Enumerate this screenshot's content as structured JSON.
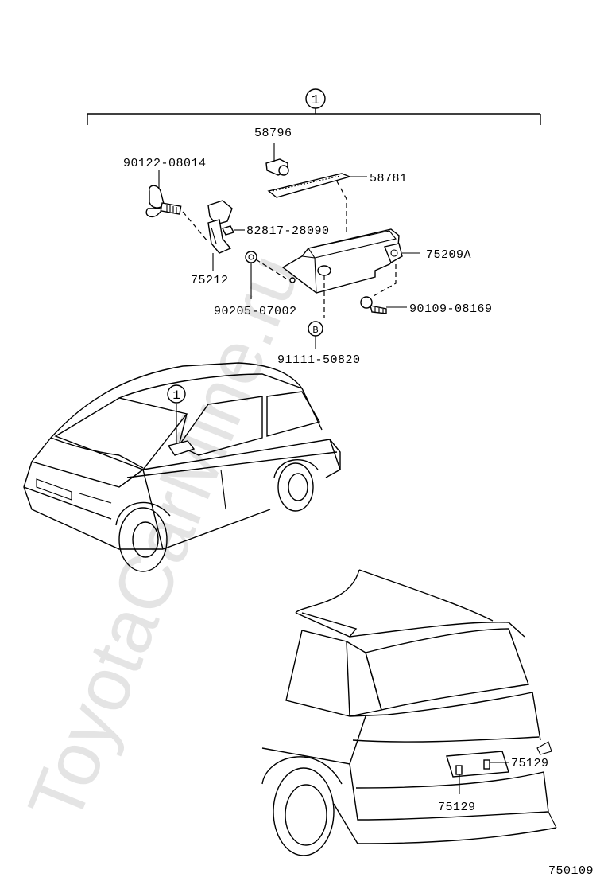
{
  "watermark": "ToyotaCarMine.ru",
  "callouts": {
    "assembly_number": "1",
    "bolt_marker": "B"
  },
  "parts": {
    "p58796": "58796",
    "p58781": "58781",
    "p90122": "90122-08014",
    "p82817": "82817-28090",
    "p75209a": "75209A",
    "p75212": "75212",
    "p90205": "90205-07002",
    "p90109": "90109-08169",
    "p91111": "91111-50820",
    "p75129_right": "75129",
    "p75129_bottom": "75129"
  },
  "diagram_id": "750109"
}
